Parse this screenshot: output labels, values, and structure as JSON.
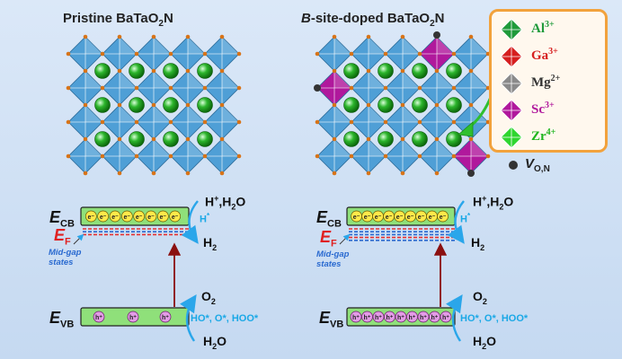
{
  "panels": {
    "pristine": {
      "title_main": "Pristine BaTaO",
      "title_sub": "2",
      "title_end": "N"
    },
    "doped": {
      "title_italic": "B",
      "title_main": "-site-doped BaTaO",
      "title_sub": "2",
      "title_end": "N"
    }
  },
  "legend": {
    "items": [
      {
        "label": "Al",
        "charge": "3+",
        "color": "#1f9a3a"
      },
      {
        "label": "Ga",
        "charge": "3+",
        "color": "#d61f1f"
      },
      {
        "label": "Mg",
        "charge": "2+",
        "color": "#8a8a8a"
      },
      {
        "label": "Sc",
        "charge": "3+",
        "color": "#b0189c"
      },
      {
        "label": "Zr",
        "charge": "4+",
        "color": "#2fd62f"
      }
    ],
    "vacancy": {
      "label": "V",
      "sub": "O,N"
    }
  },
  "bands": {
    "ecb": {
      "main": "E",
      "sub": "CB"
    },
    "ef": {
      "main": "E",
      "sub": "F"
    },
    "evb": {
      "main": "E",
      "sub": "VB"
    },
    "midgap": [
      "Mid-gap",
      "states"
    ],
    "electron": "e⁻",
    "hole": "h⁺",
    "hplus_h2o": {
      "a": "H",
      "sup": "+",
      "b": ",H",
      "sub": "2",
      "c": "O"
    },
    "hstar": {
      "a": "H",
      "sup": "*"
    },
    "h2": {
      "a": "H",
      "sub": "2"
    },
    "o2": {
      "a": "O",
      "sub": "2"
    },
    "intermediates": "HO*, O*, HOO*",
    "h2o": {
      "a": "H",
      "sub": "2",
      "b": "O"
    }
  },
  "colors": {
    "octahedron": "#4f9fd6",
    "a_site": "#2cb52c",
    "band": "#8fe07a",
    "arrow": "#2aa6ea",
    "excitation": "#8b1010"
  }
}
